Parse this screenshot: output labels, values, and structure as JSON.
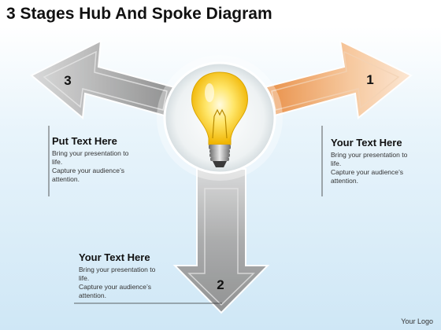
{
  "title": "3 Stages Hub And Spoke Diagram",
  "stages": [
    {
      "number": "1",
      "heading": "Your Text Here",
      "body_line1": "Bring your presentation to",
      "body_line2": "life.",
      "body_line3": "Capture your audience’s",
      "body_line4": "attention.",
      "color": "#f4b27c"
    },
    {
      "number": "2",
      "heading": "Your Text Here",
      "body_line1": "Bring your presentation to",
      "body_line2": "life.",
      "body_line3": "Capture your audience’s",
      "body_line4": "attention.",
      "color": "#b9b9b9"
    },
    {
      "number": "3",
      "heading": "Put Text Here",
      "body_line1": "Bring your presentation to",
      "body_line2": "life.",
      "body_line3": "Capture your audience’s",
      "body_line4": "attention.",
      "color": "#9a9a9a"
    }
  ],
  "hub_icon": "light-bulb-icon",
  "footer": {
    "logo": "Your Logo"
  }
}
